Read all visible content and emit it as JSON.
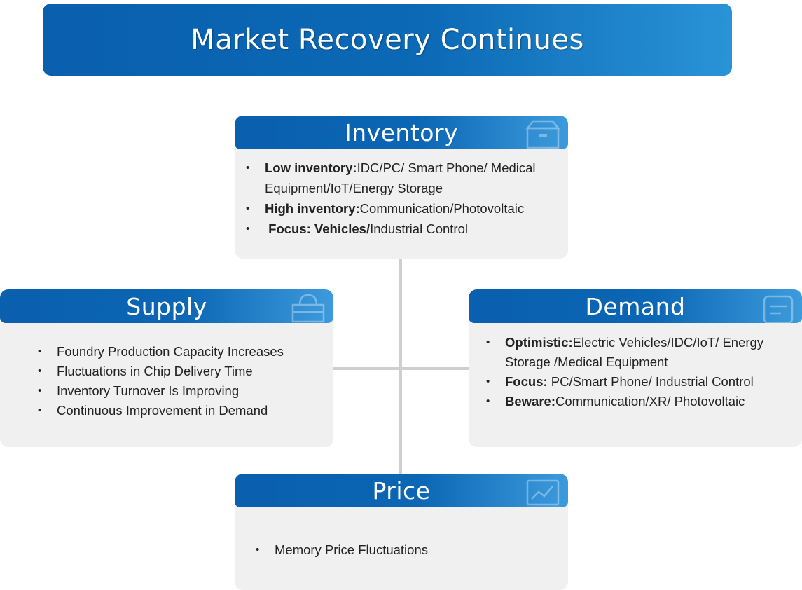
{
  "title": "Market Recovery Continues",
  "colors": {
    "header_start": "#0a5fae",
    "header_end": "#3d9bdc",
    "card_bg": "#f0f0f0",
    "connector": "#cfcfcf"
  },
  "inventory": {
    "title": "Inventory",
    "icon": "box-icon",
    "items": [
      {
        "label": "Low inventory:",
        "text": "IDC/PC/ Smart Phone/ Medical Equipment/IoT/Energy Storage"
      },
      {
        "label": "High inventory:",
        "text": "Communication/Photovoltaic"
      },
      {
        "label": " Focus: Vehicles/",
        "text": "Industrial Control"
      }
    ]
  },
  "supply": {
    "title": "Supply",
    "icon": "basket-icon",
    "items": [
      "Foundry Production Capacity Increases",
      "Fluctuations in Chip Delivery Time",
      "Inventory Turnover Is Improving",
      "Continuous Improvement in Demand"
    ]
  },
  "demand": {
    "title": "Demand",
    "icon": "document-icon",
    "items": [
      {
        "label": "Optimistic:",
        "text": "Electric Vehicles/IDC/IoT/ Energy Storage /Medical Equipment"
      },
      {
        "label": "Focus:",
        "text": " PC/Smart Phone/ Industrial Control"
      },
      {
        "label": "Beware:",
        "text": "Communication/XR/ Photovoltaic"
      }
    ]
  },
  "price": {
    "title": "Price",
    "icon": "chart-monitor-icon",
    "items": [
      "Memory Price Fluctuations"
    ]
  }
}
